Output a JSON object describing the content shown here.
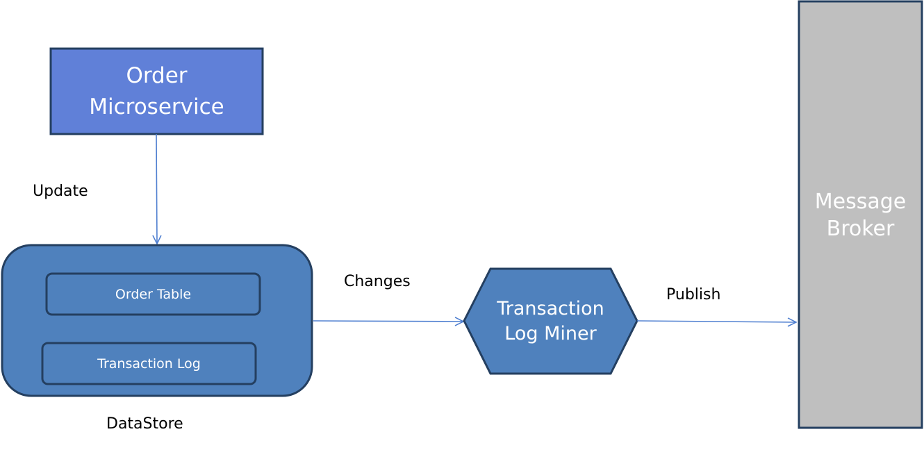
{
  "nodes": {
    "order_microservice": {
      "line1": "Order",
      "line2": "Microservice"
    },
    "order_table": {
      "label": "Order Table"
    },
    "transaction_log": {
      "label": "Transaction Log"
    },
    "datastore": {
      "label": "DataStore"
    },
    "log_miner": {
      "line1": "Transaction",
      "line2": "Log Miner"
    },
    "message_broker": {
      "line1": "Message",
      "line2": "Broker"
    }
  },
  "edges": {
    "update": "Update",
    "changes": "Changes",
    "publish": "Publish"
  },
  "colors": {
    "microservice_fill": "#6080d8",
    "datastore_fill": "#4f81bd",
    "border_dark": "#243f60",
    "broker_fill": "#bfbfbf",
    "arrow": "#4f7fd0",
    "node_text": "#ffffff"
  }
}
